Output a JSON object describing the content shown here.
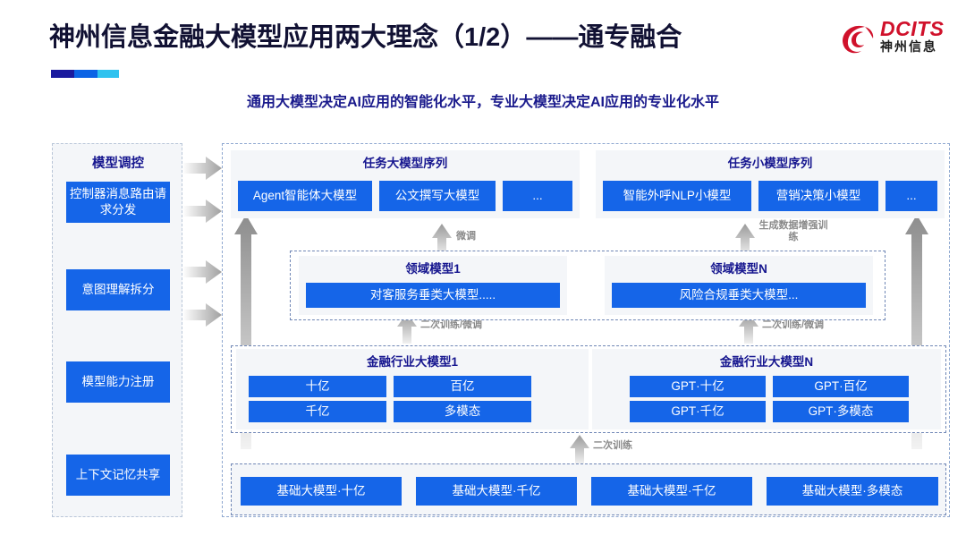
{
  "header": {
    "title": "神州信息金融大模型应用两大理念（1/2）——通专融合",
    "logo": {
      "en": "DCITS",
      "cn": "神州信息",
      "mark": "dcits-swirl-logo"
    }
  },
  "subtitle": "通用大模型决定AI应用的智能化水平，专业大模型决定AI应用的专业化水平",
  "sidebar": {
    "title": "模型调控",
    "items": [
      {
        "label": "控制器消息路由请求分发"
      },
      {
        "label": "意图理解拆分"
      },
      {
        "label": "模型能力注册"
      },
      {
        "label": "上下文记忆共享"
      }
    ]
  },
  "diagram": {
    "task_large": {
      "title": "任务大模型序列",
      "items": [
        "Agent智能体大模型",
        "公文撰写大模型",
        "..."
      ]
    },
    "task_small": {
      "title": "任务小模型序列",
      "items": [
        "智能外呼NLP小模型",
        "营销决策小模型",
        "..."
      ]
    },
    "domain_1": {
      "title": "领域模型1",
      "item": "对客服务垂类大模型....."
    },
    "domain_n": {
      "title": "领域模型N",
      "item": "风险合规垂类大模型..."
    },
    "industry_1": {
      "title": "金融行业大模型1",
      "items": [
        "十亿",
        "百亿",
        "千亿",
        "多模态"
      ]
    },
    "industry_n": {
      "title": "金融行业大模型N",
      "items": [
        "GPT·十亿",
        "GPT·百亿",
        "GPT·千亿",
        "GPT·多模态"
      ]
    },
    "base": {
      "items": [
        "基础大模型·十亿",
        "基础大模型·千亿",
        "基础大模型·千亿",
        "基础大模型·多模态"
      ]
    },
    "arrow_labels": {
      "fine_tune": "微调",
      "gen_data_aug": "生成数据增强训练",
      "retrain_finetune_left": "二次训练/微调",
      "retrain_finetune_right": "二次训练/微调",
      "retrain": "二次训练"
    }
  },
  "colors": {
    "brand_blue": "#1565e8",
    "title_navy": "#111133",
    "subtitle_navy": "#1a1a8c",
    "logo_red": "#d0112b",
    "panel_grey": "#f4f6f9",
    "arrow_grey": "#b8b8b8"
  }
}
